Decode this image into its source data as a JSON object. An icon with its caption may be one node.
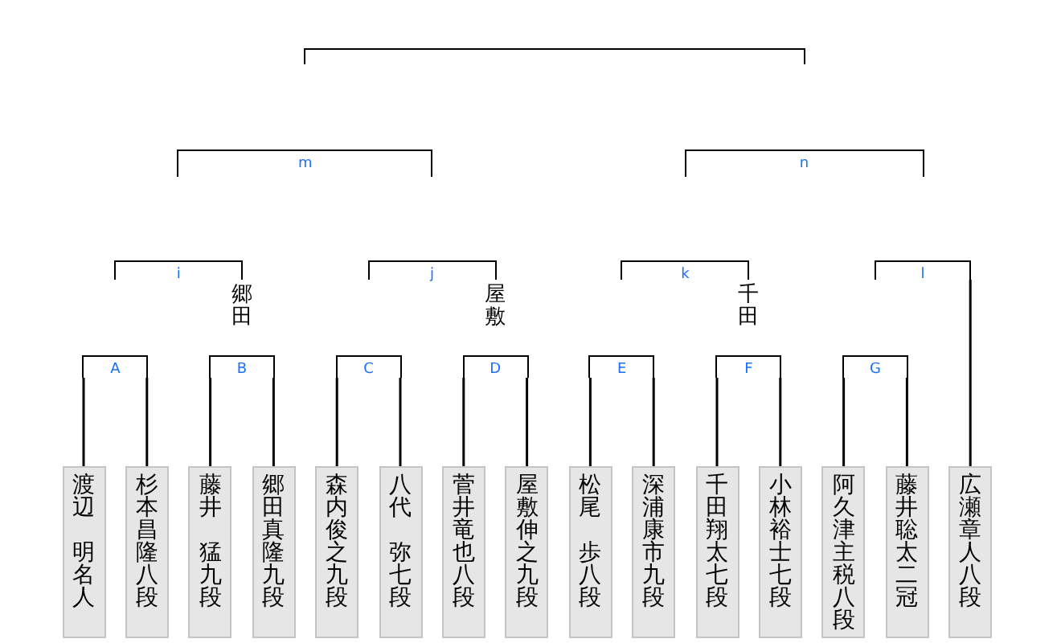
{
  "diagram": {
    "nodes": [
      {
        "text": [
          "渡辺",
          "明名人"
        ]
      },
      {
        "text": [
          "杉本昌隆八段"
        ]
      },
      {
        "text": [
          "藤井",
          "猛九段"
        ]
      },
      {
        "text": [
          "郷田真隆九段"
        ]
      },
      {
        "text": [
          "森内俊之九段"
        ]
      },
      {
        "text": [
          "八代",
          "弥七段"
        ]
      },
      {
        "text": [
          "菅井竜也八段"
        ]
      },
      {
        "text": [
          "屋敷伸之九段"
        ]
      },
      {
        "text": [
          "松尾",
          "歩八段"
        ]
      },
      {
        "text": [
          "深浦康市九段"
        ]
      },
      {
        "text": [
          "千田翔太七段"
        ]
      },
      {
        "text": [
          "小林裕士七段"
        ]
      },
      {
        "text": [
          "阿久津主税八段"
        ]
      },
      {
        "text": [
          "藤井聡太二冠"
        ]
      },
      {
        "text": [
          "広瀬章人八段"
        ]
      },
      {
        "text": [
          "A"
        ]
      },
      {
        "text": [
          "B"
        ]
      },
      {
        "text": [
          "C"
        ]
      },
      {
        "text": [
          "D"
        ]
      },
      {
        "text": [
          "E"
        ]
      },
      {
        "text": [
          "F"
        ]
      },
      {
        "text": [
          "G"
        ]
      },
      {
        "text": [
          "i"
        ],
        "beside": [
          "郷田"
        ]
      },
      {
        "text": [
          "j"
        ],
        "beside": [
          "屋敷"
        ]
      },
      {
        "text": [
          "k"
        ],
        "beside": [
          "千田"
        ]
      },
      {
        "text": [
          "l"
        ]
      },
      {
        "text": [
          "m"
        ]
      },
      {
        "text": [
          "n"
        ]
      },
      {
        "text": [],
        "shape": "bracket"
      }
    ],
    "edges": [
      {
        "from": 0,
        "to": 15,
        "arrow": "none"
      },
      {
        "from": 1,
        "to": 15,
        "arrow": "none"
      },
      {
        "from": 2,
        "to": 16,
        "arrow": "none"
      },
      {
        "from": 3,
        "to": 16,
        "arrow": "none"
      },
      {
        "from": 4,
        "to": 17,
        "arrow": "none"
      },
      {
        "from": 5,
        "to": 17,
        "arrow": "none"
      },
      {
        "from": 6,
        "to": 18,
        "arrow": "none"
      },
      {
        "from": 7,
        "to": 18,
        "arrow": "none"
      },
      {
        "from": 8,
        "to": 19,
        "arrow": "none"
      },
      {
        "from": 9,
        "to": 19,
        "arrow": "none"
      },
      {
        "from": 10,
        "to": 20,
        "arrow": "none"
      },
      {
        "from": 11,
        "to": 20,
        "arrow": "none"
      },
      {
        "from": 12,
        "to": 21,
        "arrow": "none"
      },
      {
        "from": 13,
        "to": 21,
        "arrow": "none"
      },
      {
        "from": 14,
        "to": 25,
        "arrow": "none"
      }
    ]
  }
}
